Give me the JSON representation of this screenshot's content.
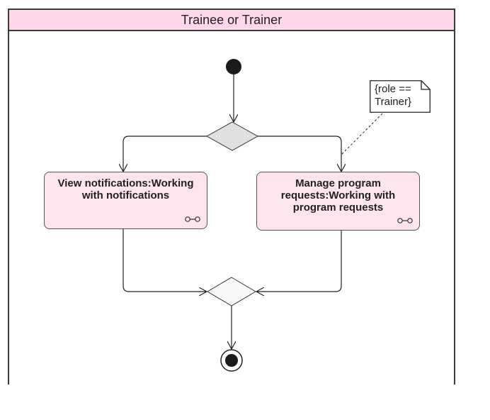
{
  "swimlane": {
    "title": "Trainee or Trainer"
  },
  "actions": [
    {
      "id": "view-notifications",
      "label": "View notifications:Working with notifications"
    },
    {
      "id": "manage-program-requests",
      "label": "Manage program requests:Working with program requests"
    }
  ],
  "note": {
    "line1": "{role ==",
    "line2": "Trainer}"
  },
  "colors": {
    "lane_header": "#ffd6ea",
    "action_fill": "#fde4ef",
    "decision_fill": "#e0e0e0",
    "merge_fill": "#f8f8f8",
    "node_fill": "#1a1a1a"
  }
}
